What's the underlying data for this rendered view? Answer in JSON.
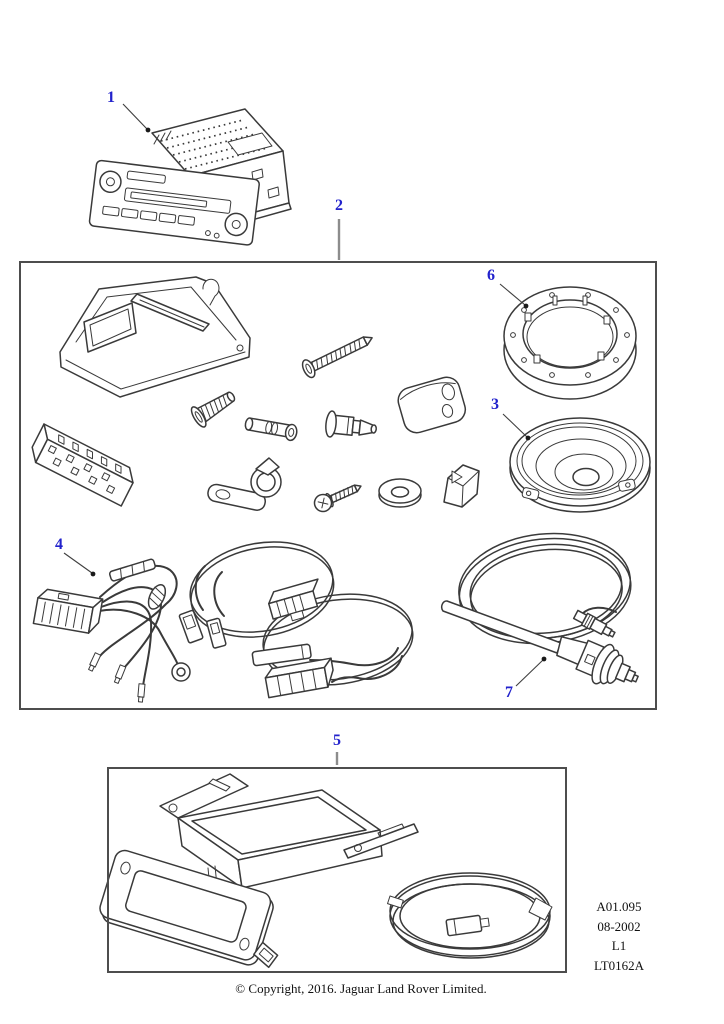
{
  "diagram": {
    "callouts": {
      "c1": "1",
      "c2": "2",
      "c3": "3",
      "c4": "4",
      "c5": "5",
      "c6": "6",
      "c7": "7"
    },
    "reference": {
      "line1": "A01.095",
      "line2": "08-2002",
      "line3": "L1",
      "line4": "LT0162A"
    },
    "footer": {
      "copyright": "© Copyright, 2016. Jaguar Land Rover Limited."
    },
    "colors": {
      "callout_blue": "#2222cc",
      "line_dark": "#3a3a3a",
      "box_border": "#4d4d4d"
    }
  }
}
